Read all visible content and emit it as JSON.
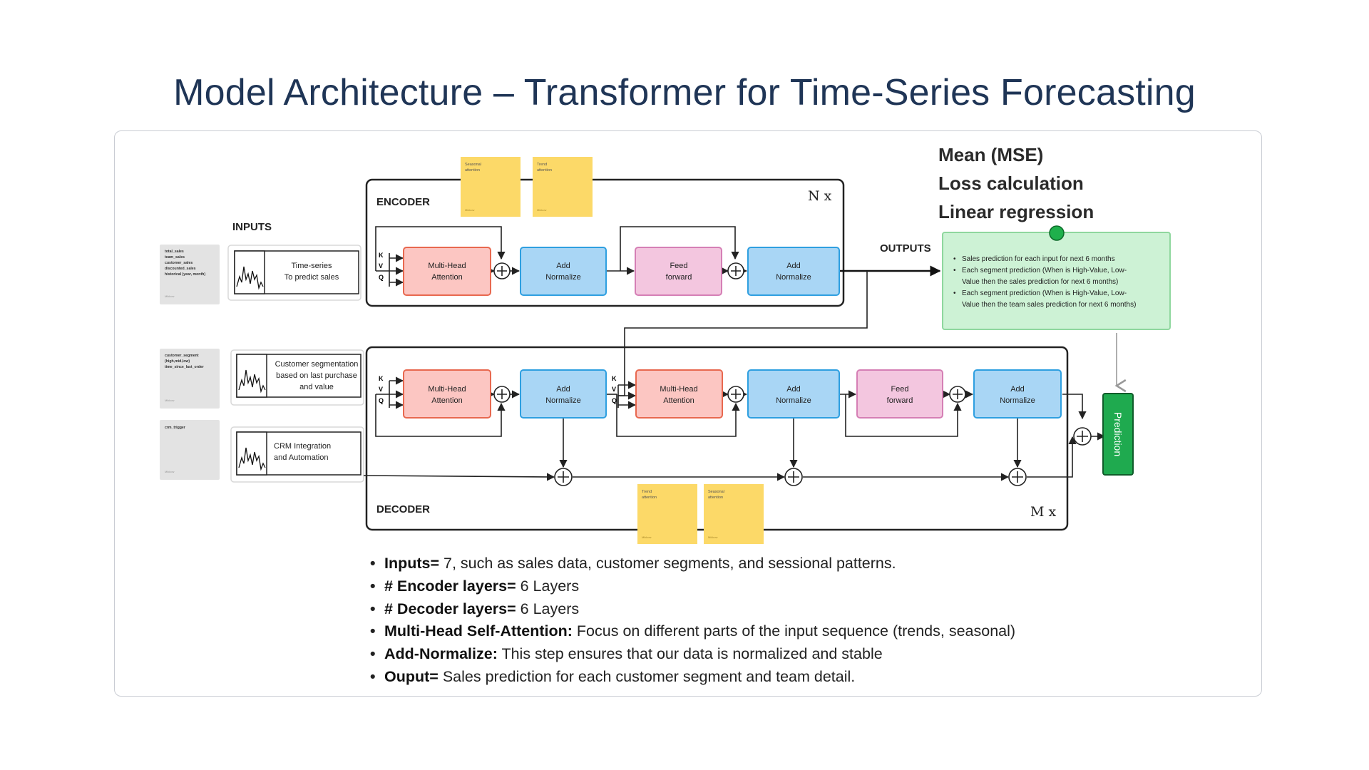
{
  "title": "Model Architecture – Transformer for Time-Series Forecasting",
  "loss": {
    "line1": "Mean (MSE)",
    "line2": "Loss calculation",
    "line3": "Linear regression"
  },
  "labels": {
    "inputs": "INPUTS",
    "outputs": "OUTPUTS",
    "encoder": "ENCODER",
    "decoder": "DECODER",
    "nx": "N x",
    "mx": "M x",
    "prediction": "Prediction",
    "k": "K",
    "v": "V",
    "q": "Q"
  },
  "gray_notes": [
    {
      "lines": [
        "total_sales",
        "team_sales",
        "customer_sales",
        "discounted_sales",
        "historical (year, month)"
      ],
      "footer": "Mikkow"
    },
    {
      "lines": [
        "customer_segment",
        "(high,mid,low)",
        "time_since_last_order"
      ],
      "footer": "Mikkow"
    },
    {
      "lines": [
        "crm_trigger"
      ],
      "footer": "Mikkow"
    }
  ],
  "input_cards": [
    {
      "line1": "Time-series",
      "line2": "To predict sales",
      "line3": ""
    },
    {
      "line1": "Customer segmentation",
      "line2": "based on last purchase",
      "line3": "and value"
    },
    {
      "line1": "CRM Integration",
      "line2": "and Automation",
      "line3": ""
    }
  ],
  "sticky_notes": {
    "enc_seasonal": {
      "l1": "Seasonal",
      "l2": "attention",
      "footer": "Mikkow"
    },
    "enc_trend": {
      "l1": "Trend",
      "l2": "attention",
      "footer": "Mikkow"
    },
    "dec_trend": {
      "l1": "Trend",
      "l2": "attention",
      "footer": "Mikkow"
    },
    "dec_seasonal": {
      "l1": "Seasonal",
      "l2": "attention",
      "footer": "Mikkow"
    }
  },
  "blocks": {
    "mha_l1": "Multi-Head",
    "mha_l2": "Attention",
    "add_l1": "Add",
    "add_l2": "Normalize",
    "ff_l1": "Feed",
    "ff_l2": "forward"
  },
  "outputs_box": [
    {
      "l1": "Sales prediction for each input for next 6 months",
      "l2": ""
    },
    {
      "l1": "Each segment prediction (When is High-Value, Low-",
      "l2": "Value then the sales prediction for next 6 months)"
    },
    {
      "l1": "Each segment prediction (When is High-Value, Low-",
      "l2": "Value then the team sales prediction for next 6 months)"
    }
  ],
  "bullets": [
    {
      "bold": "Inputs=",
      "text": " 7, such as sales data, customer segments, and sessional patterns."
    },
    {
      "bold": "# Encoder layers=",
      "text": " 6 Layers"
    },
    {
      "bold": "# Decoder layers=",
      "text": " 6 Layers"
    },
    {
      "bold": "Multi-Head Self-Attention:",
      "text": " Focus on different parts of the input sequence (trends, seasonal)"
    },
    {
      "bold": "Add-Normalize:",
      "text": " This step ensures that our data is normalized and stable"
    },
    {
      "bold": "Ouput=",
      "text": " Sales prediction for each customer segment and team detail."
    }
  ],
  "colors": {
    "title": "#1f3556",
    "mha_fill": "#fcc6c2",
    "mha_stroke": "#e8684f",
    "add_fill": "#a9d6f5",
    "add_stroke": "#2e9fe0",
    "ff_fill": "#f3c6df",
    "ff_stroke": "#d57fb5",
    "sticky": "#fcd968",
    "note_gray": "#e3e3e3",
    "out_fill": "#cdf2d5",
    "out_stroke": "#8fd79e",
    "pred": "#1faa4f"
  }
}
